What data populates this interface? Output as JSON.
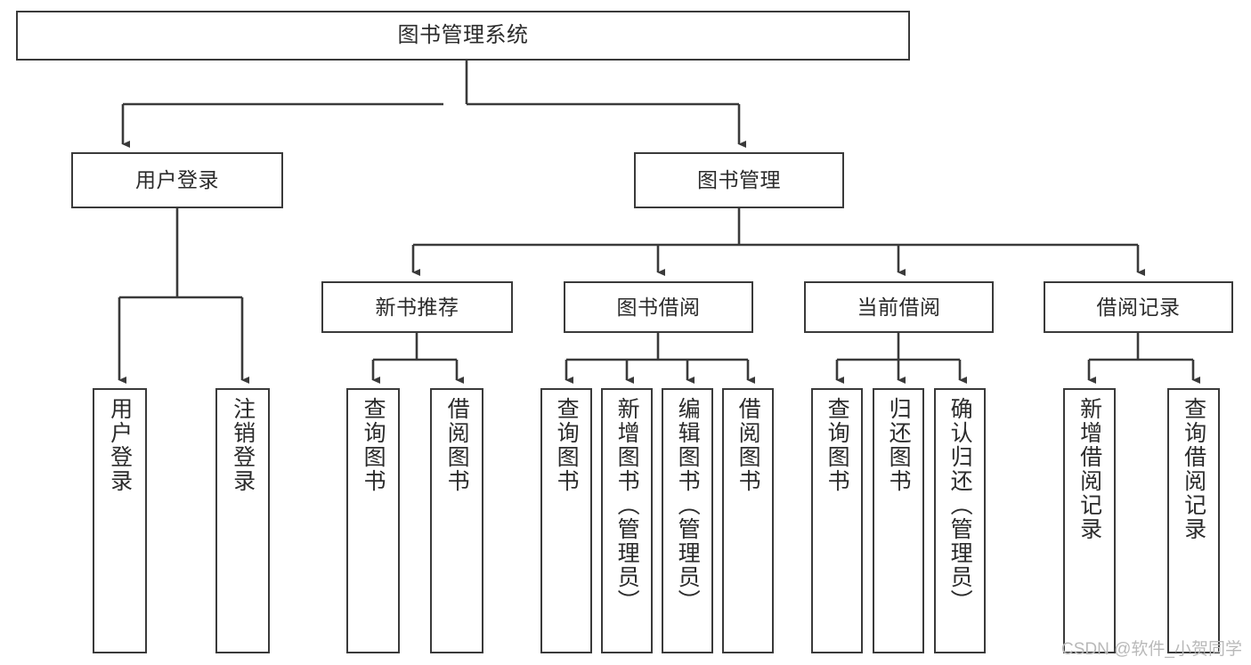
{
  "diagram": {
    "title": "图书管理系统",
    "type": "tree-hierarchy-diagram",
    "style": {
      "box_border_color": "#3a3a3a",
      "box_fill_color": "#ffffff",
      "connector_color": "#3a3a3a",
      "text_color": "#2b2b2b",
      "background": "#ffffff"
    },
    "levels": {
      "root": {
        "label": "图书管理系统"
      },
      "level2": [
        {
          "id": "user-login",
          "label": "用户登录"
        },
        {
          "id": "book-management",
          "label": "图书管理"
        }
      ],
      "level3": [
        {
          "id": "new-book-recommend",
          "label": "新书推荐"
        },
        {
          "id": "book-borrow",
          "label": "图书借阅"
        },
        {
          "id": "current-borrow",
          "label": "当前借阅"
        },
        {
          "id": "borrow-record",
          "label": "借阅记录"
        }
      ],
      "leaves": [
        {
          "id": "leaf-user-login",
          "label": "用户登录",
          "parent": "user-login"
        },
        {
          "id": "leaf-logout-login",
          "label": "注销登录",
          "parent": "user-login"
        },
        {
          "id": "leaf-query-book-1",
          "label": "查询图书",
          "parent": "new-book-recommend"
        },
        {
          "id": "leaf-borrow-book-1",
          "label": "借阅图书",
          "parent": "new-book-recommend"
        },
        {
          "id": "leaf-query-book-2",
          "label": "查询图书",
          "parent": "book-borrow"
        },
        {
          "id": "leaf-add-book-admin",
          "label": "新增图书（管理员）",
          "parent": "book-borrow"
        },
        {
          "id": "leaf-edit-book-admin",
          "label": "编辑图书（管理员）",
          "parent": "book-borrow"
        },
        {
          "id": "leaf-borrow-book-2",
          "label": "借阅图书",
          "parent": "book-borrow"
        },
        {
          "id": "leaf-query-book-3",
          "label": "查询图书",
          "parent": "current-borrow"
        },
        {
          "id": "leaf-return-book",
          "label": "归还图书",
          "parent": "current-borrow"
        },
        {
          "id": "leaf-confirm-return-admin",
          "label": "确认归还（管理员）",
          "parent": "current-borrow"
        },
        {
          "id": "leaf-add-borrow-record",
          "label": "新增借阅记录",
          "parent": "borrow-record"
        },
        {
          "id": "leaf-query-borrow-record",
          "label": "查询借阅记录",
          "parent": "borrow-record"
        }
      ]
    }
  },
  "watermark": {
    "text": "CSDN @软件_小贺同学"
  }
}
